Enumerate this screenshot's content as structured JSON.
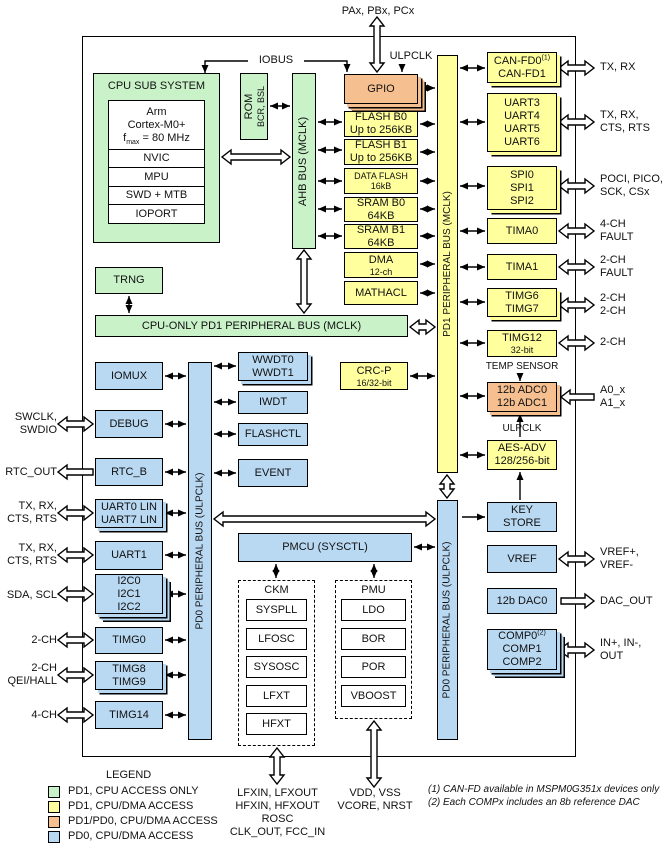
{
  "palette": {
    "green": "#c9f2c9",
    "yellow": "#ffff9e",
    "orange": "#f6bf90",
    "blue": "#b9d8f2",
    "line": "#000000"
  },
  "top": {
    "pins": "PAx, PBx, PCx",
    "ulpclk": "ULPCLK",
    "iobus": "IOBUS"
  },
  "cpu": {
    "title": "CPU SUB SYSTEM",
    "arm1": "Arm",
    "arm2": "Cortex-M0+",
    "fmax_f": "f",
    "fmax_sub": "max",
    "fmax_rest": " = 80 MHz",
    "nvic": "NVIC",
    "mpu": "MPU",
    "swd": "SWD + MTB",
    "ioport": "IOPORT"
  },
  "rom": {
    "l1": "ROM",
    "l2": "BCR, BSL"
  },
  "buses": {
    "ahb": "AHB BUS (MCLK)",
    "pd1": "PD1 PERIPHERAL BUS (MCLK)",
    "pd1_cpu_only": "CPU-ONLY PD1 PERIPHERAL BUS (MCLK)",
    "pd0_left": "PD0 PERIPHERAL BUS (ULPCLK)",
    "pd0_right": "PD0 PERIPHERAL BUS (ULPCLK)"
  },
  "mem": {
    "gpio": "GPIO",
    "flash_b0": [
      "FLASH B0",
      "Up to 256KB"
    ],
    "flash_b1": [
      "FLASH B1",
      "Up to 256KB"
    ],
    "data_flash": [
      "DATA FLASH",
      "16kB"
    ],
    "sram_b0": [
      "SRAM B0",
      "64KB"
    ],
    "sram_b1": [
      "SRAM B1",
      "64KB"
    ],
    "dma": [
      "DMA",
      "12-ch"
    ],
    "mathacl": "MATHACL",
    "trng": "TRNG"
  },
  "right": {
    "can": {
      "l1": "CAN-FD0",
      "sup": "(1)",
      "l2": "CAN-FD1"
    },
    "uart": [
      "UART3",
      "UART4",
      "UART5",
      "UART6"
    ],
    "spi": [
      "SPI0",
      "SPI1",
      "SPI2"
    ],
    "tima0": "TIMA0",
    "tima1": "TIMA1",
    "timg67": [
      "TIMG6",
      "TIMG7"
    ],
    "timg12": [
      "TIMG12",
      "32-bit"
    ],
    "temp_sensor": "TEMP SENSOR",
    "adc": [
      "12b ADC0",
      "12b ADC1"
    ],
    "ulpclk": "ULPCLK",
    "aes": [
      "AES-ADV",
      "128/256-bit"
    ],
    "key": [
      "KEY",
      "STORE"
    ],
    "vref": "VREF",
    "dac": "12b DAC0",
    "comp": {
      "l1": "COMP0",
      "sup": "(2)",
      "l2": "COMP1",
      "l3": "COMP2"
    },
    "crc": [
      "CRC-P",
      "16/32-bit"
    ]
  },
  "left": {
    "iomux": "IOMUX",
    "debug": "DEBUG",
    "rtc": "RTC_B",
    "uart0": [
      "UART0 LIN",
      "UART7 LIN"
    ],
    "uart1": "UART1",
    "i2c": [
      "I2C0",
      "I2C1",
      "I2C2"
    ],
    "timg0": "TIMG0",
    "timg89": [
      "TIMG8",
      "TIMG9"
    ],
    "timg14": "TIMG14",
    "wwdt": [
      "WWDT0",
      "WWDT1"
    ],
    "iwdt": "IWDT",
    "flashctl": "FLASHCTL",
    "event": "EVENT"
  },
  "pmcu": {
    "title": "PMCU (SYSCTL)",
    "ckm": {
      "title": "CKM",
      "items": [
        "SYSPLL",
        "LFOSC",
        "SYSOSC",
        "LFXT",
        "HFXT"
      ]
    },
    "pmu": {
      "title": "PMU",
      "items": [
        "LDO",
        "BOR",
        "POR",
        "VBOOST"
      ]
    }
  },
  "ext": {
    "l_swclk": [
      "SWCLK,",
      "SWDIO"
    ],
    "l_rtc": [
      "RTC_OUT"
    ],
    "l_uart0": [
      "TX, RX,",
      "CTS, RTS"
    ],
    "l_uart1": [
      "TX, RX,",
      "CTS, RTS"
    ],
    "l_i2c": [
      "SDA, SCL"
    ],
    "l_timg0": [
      "2-CH"
    ],
    "l_timg89": [
      "2-CH",
      "QEI/HALL"
    ],
    "l_timg14": [
      "4-CH"
    ],
    "r_can": [
      "TX, RX"
    ],
    "r_uart": [
      "TX, RX,",
      "CTS, RTS"
    ],
    "r_spi": [
      "POCI, PICO,",
      "SCK, CSx"
    ],
    "r_tima0": [
      "4-CH",
      "FAULT"
    ],
    "r_tima1": [
      "2-CH",
      "FAULT"
    ],
    "r_timg67": [
      "2-CH",
      "2-CH"
    ],
    "r_timg12": [
      "2-CH"
    ],
    "r_adc": [
      "A0_x",
      "A1_x"
    ],
    "r_vref": [
      "VREF+,",
      "VREF-"
    ],
    "r_dac": [
      "DAC_OUT"
    ],
    "r_comp": [
      "IN+, IN-,",
      "OUT"
    ]
  },
  "bottom": {
    "ckm_pins": [
      "LFXIN, LFXOUT",
      "HFXIN, HFXOUT",
      "ROSC",
      "CLK_OUT, FCC_IN"
    ],
    "pwr_pins": [
      "VDD, VSS",
      "VCORE, NRST"
    ]
  },
  "legend": {
    "title": "LEGEND",
    "items": [
      {
        "color": "#c9f2c9",
        "label": "PD1, CPU ACCESS ONLY"
      },
      {
        "color": "#ffff9e",
        "label": "PD1, CPU/DMA ACCESS"
      },
      {
        "color": "#f6bf90",
        "label": "PD1/PD0, CPU/DMA ACCESS"
      },
      {
        "color": "#b9d8f2",
        "label": "PD0, CPU/DMA ACCESS"
      }
    ]
  },
  "notes": [
    "(1) CAN-FD available in MSPM0G351x devices only",
    "(2) Each COMPx includes an 8b reference DAC"
  ]
}
